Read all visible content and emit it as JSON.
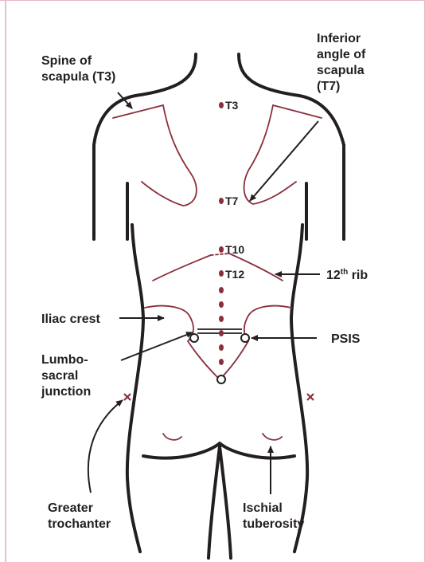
{
  "labels": {
    "spine_of_scapula": [
      "Spine of",
      "scapula (T3)"
    ],
    "inferior_angle": [
      "Inferior",
      "angle of",
      "scapula",
      "(T7)"
    ],
    "rib_12_number": "12",
    "rib_12_suffix": "th",
    "rib_12_word": " rib",
    "iliac_crest": "Iliac crest",
    "psis": "PSIS",
    "lumbosacral_junction": [
      "Lumbo-",
      "sacral",
      "junction"
    ],
    "greater_trochanter": [
      "Greater",
      "trochanter"
    ],
    "ischial_tuberosity": [
      "Ischial",
      "tuberosity"
    ]
  },
  "vertebral_levels": {
    "t3": "T3",
    "t7": "T7",
    "t10": "T10",
    "t12": "T12"
  },
  "colors": {
    "outline": "#231f20",
    "anatomy": "#8a2f3c",
    "frame": "#e8b7c6"
  }
}
